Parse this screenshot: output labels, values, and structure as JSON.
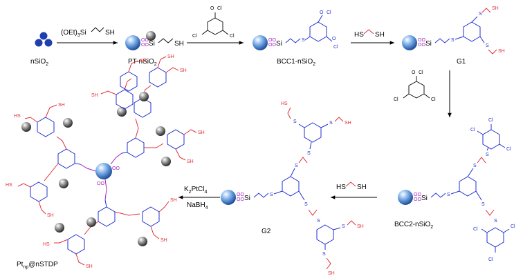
{
  "labels": {
    "nsio2": "nSiO",
    "nsio2_sub": "2",
    "pt_nsio2": "PT-nSiO",
    "pt_nsio2_sub": "2",
    "bcc1": "BCC1-nSiO",
    "bcc1_sub": "2",
    "g1": "G1",
    "g2": "G2",
    "bcc2": "BCC2-nSiO",
    "bcc2_sub": "2",
    "product": "Pt",
    "product_sub": "np",
    "product_rest": "@nSTDP"
  },
  "reagents": {
    "silane_pre": "(OEt)",
    "silane_sub": "3",
    "silane_post": "Si",
    "silane_sh": "SH",
    "dithiol_sh_left": "HS",
    "dithiol_sh_right": "SH",
    "pt_salt_pre": "K",
    "pt_salt_sub1": "2",
    "pt_salt_mid": "PtCl",
    "pt_salt_sub2": "4",
    "reductant_pre": "NaBH",
    "reductant_sub": "4"
  },
  "atoms": {
    "si": "Si",
    "s": "S",
    "sh": "SH",
    "hs": "HS",
    "o": "O",
    "cl": "Cl"
  },
  "colors": {
    "blue": "#1f2fd0",
    "red": "#e0303a",
    "purple": "#a020c0",
    "nanoparticle": "#3f7fd0",
    "platinum": "#555555"
  }
}
